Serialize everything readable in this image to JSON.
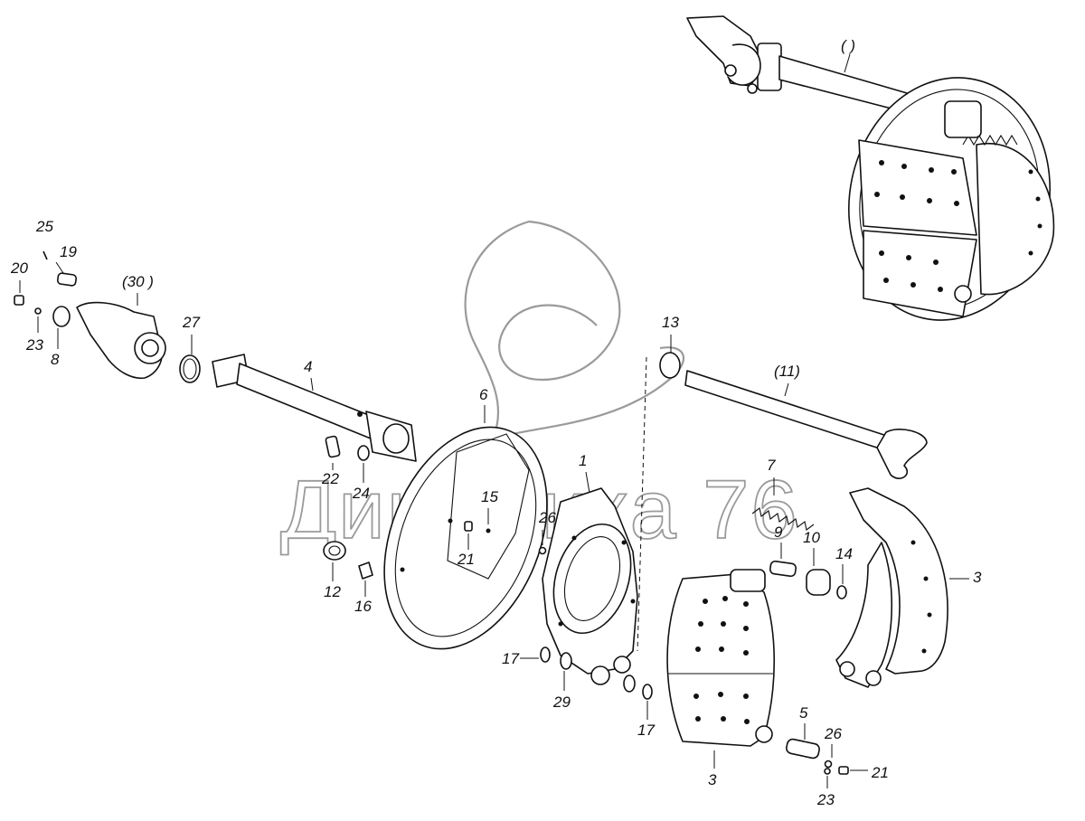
{
  "watermark": {
    "text": "Динамика 76"
  },
  "callouts": {
    "c_assembly": "( )",
    "c25": "25",
    "c19": "19",
    "c20": "20",
    "c23a": "23",
    "c8": "8",
    "c30": "(30 )",
    "c27": "27",
    "c4": "4",
    "c22": "22",
    "c24": "24",
    "c12": "12",
    "c16": "16",
    "c6": "6",
    "c15": "15",
    "c21a": "21",
    "c26a": "26",
    "c1": "1",
    "c13": "13",
    "c11": "(11)",
    "c7": "7",
    "c9": "9",
    "c10": "10",
    "c14": "14",
    "c3a": "3",
    "c17a": "17",
    "c29": "29",
    "c17b": "17",
    "c3b": "3",
    "c5": "5",
    "c26b": "26",
    "c21b": "21",
    "c23b": "23"
  }
}
